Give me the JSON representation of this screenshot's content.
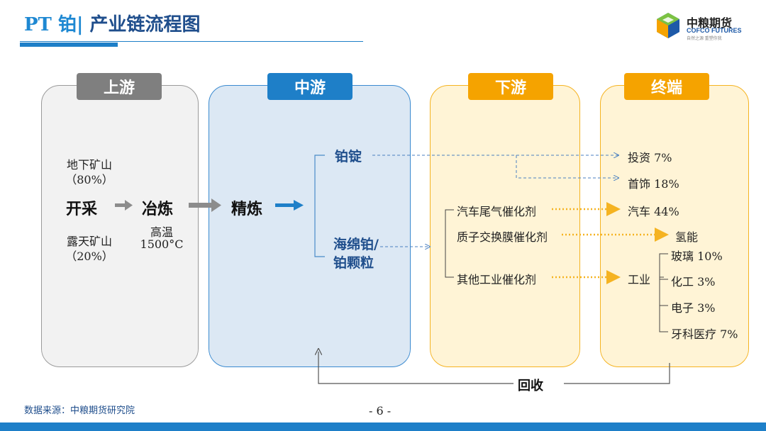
{
  "header": {
    "title_pt": "PT 铂|",
    "title_rest": " 产业链流程图",
    "logo_cn": "中粮期货",
    "logo_en": "COFCO FUTURES",
    "logo_tag": "自然之源 重塑你我"
  },
  "colors": {
    "blue": "#1e7fc8",
    "orange": "#f5a300",
    "gray": "#7f7f7f"
  },
  "stages": {
    "upstream": "上游",
    "midstream": "中游",
    "downstream": "下游",
    "terminal": "终端"
  },
  "upstream": {
    "underground": "地下矿山",
    "underground_pct": "（80%）",
    "mining": "开采",
    "smelting": "冶炼",
    "openpit": "露天矿山",
    "openpit_pct": "（20%）",
    "high_temp": "高温",
    "temp": "1500°C"
  },
  "midstream": {
    "refining": "精炼",
    "ingot": "铂锭",
    "sponge_line1": "海绵铂/",
    "sponge_line2": "铂颗粒"
  },
  "downstream": {
    "auto_catalyst": "汽车尾气催化剂",
    "pem_catalyst": "质子交换膜催化剂",
    "other_catalyst": "其他工业催化剂"
  },
  "terminal": {
    "investment": "投资 7%",
    "jewelry": "首饰 18%",
    "auto": "汽车 44%",
    "hydrogen": "氢能",
    "industry": "工业",
    "glass": "玻璃 10%",
    "chemical": "化工 3%",
    "electronics": "电子 3%",
    "dental_medical": "牙科医疗 7%"
  },
  "recycle": "回收",
  "footer": {
    "source": "数据来源：中粮期货研究院",
    "page": "- 6 -"
  }
}
